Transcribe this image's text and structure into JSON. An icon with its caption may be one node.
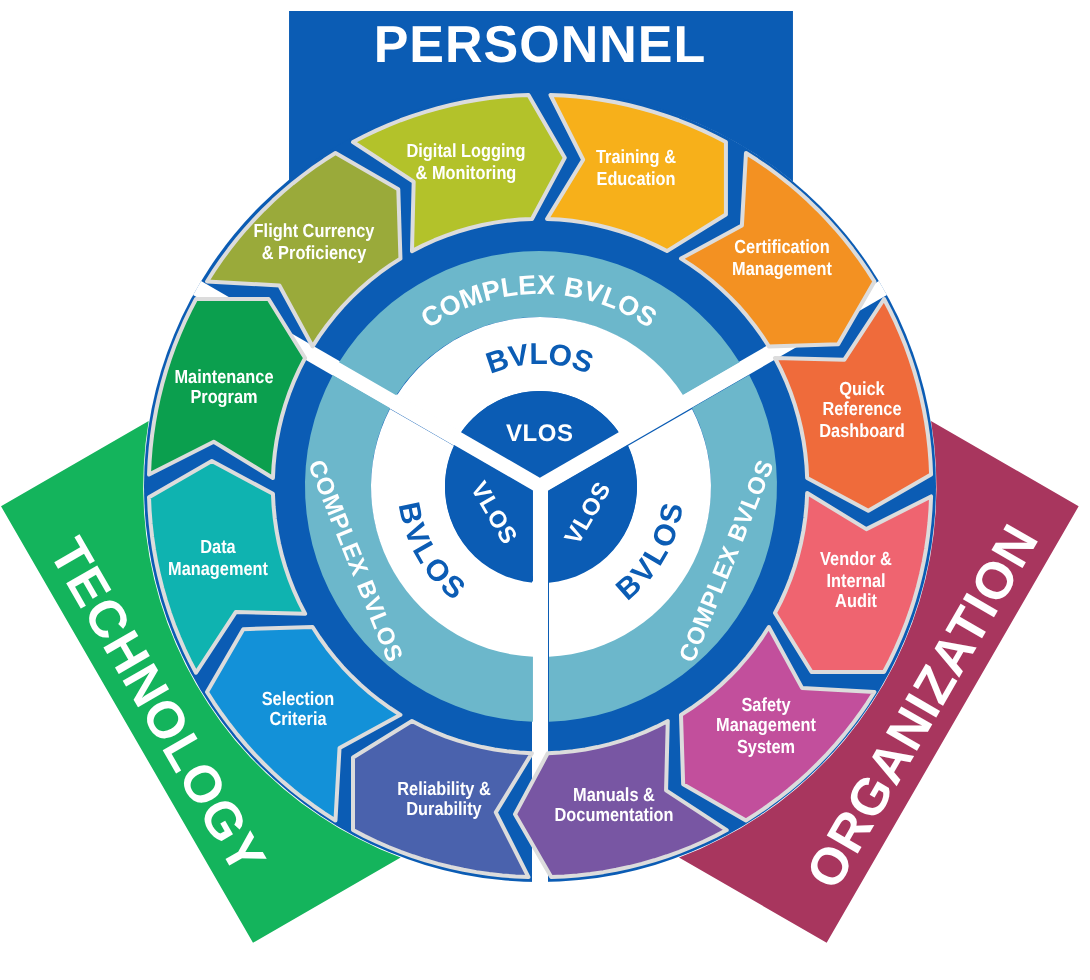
{
  "diagram": {
    "nodes": [
      {
        "text": [
          "PERSONNEL"
        ]
      },
      {
        "text": [
          "TECHNOLOGY"
        ]
      },
      {
        "text": [
          "ORGANIZATION"
        ]
      },
      {
        "text": [
          "Digital Logging & Monitoring"
        ]
      },
      {
        "text": [
          "Training & Education"
        ]
      },
      {
        "text": [
          "Certification Management"
        ]
      },
      {
        "text": [
          "Quick Reference Dashboard"
        ]
      },
      {
        "text": [
          "Vendor & Internal Audit"
        ]
      },
      {
        "text": [
          "Safety Management System"
        ]
      },
      {
        "text": [
          "Manuals & Documentation"
        ]
      },
      {
        "text": [
          "Reliability & Durability"
        ]
      },
      {
        "text": [
          "Selection Criteria"
        ]
      },
      {
        "text": [
          "Data Management"
        ]
      },
      {
        "text": [
          "Maintenance Program"
        ]
      },
      {
        "text": [
          "Flight Currency & Proficiency"
        ]
      },
      {
        "text": [
          "COMPLEX BVLOS"
        ]
      },
      {
        "text": [
          "COMPLEX BVLOS"
        ]
      },
      {
        "text": [
          "COMPLEX BVLOS"
        ]
      },
      {
        "text": [
          "BVLOS"
        ]
      },
      {
        "text": [
          "BVLOS"
        ]
      },
      {
        "text": [
          "BVLOS"
        ]
      },
      {
        "text": [
          "VLOS"
        ]
      },
      {
        "text": [
          "VLOS"
        ]
      },
      {
        "text": [
          "VLOS"
        ]
      }
    ]
  }
}
